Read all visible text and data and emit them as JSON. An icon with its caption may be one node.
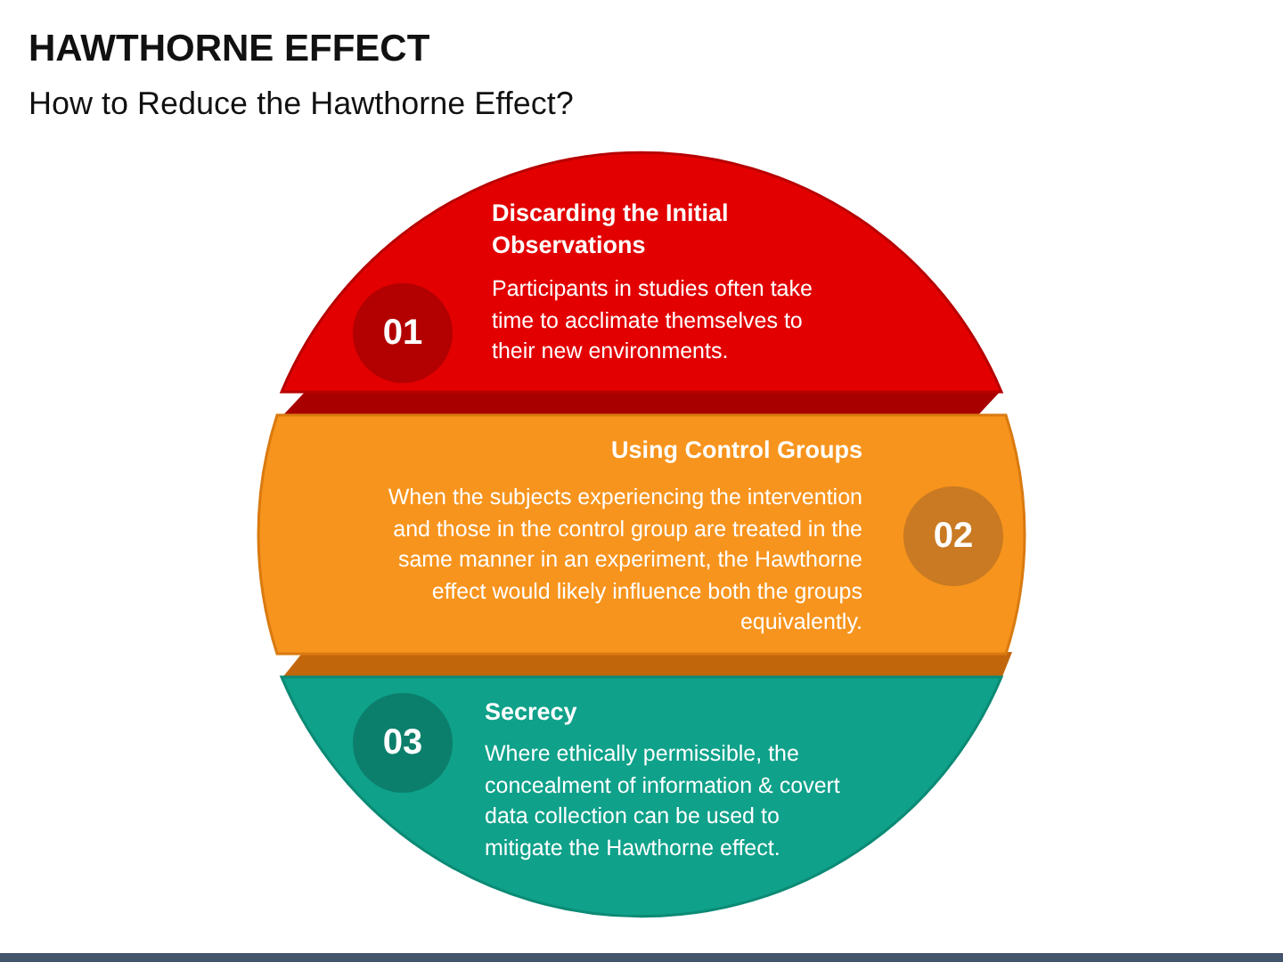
{
  "diagram": {
    "title": "HAWTHORNE EFFECT",
    "nodes": [
      {
        "text": [
          "Discarding the Initial Observations",
          "Participants in studies often take time to acclimate themselves to their new environments."
        ]
      },
      {
        "text": [
          "01"
        ],
        "in": 0
      },
      {
        "text": [
          "Using Control Groups",
          "When the subjects experiencing the intervention and those in the control group are treated in the same manner in an experiment, the Hawthorne effect would likely influence both the groups equivalently."
        ]
      },
      {
        "text": [
          "02"
        ],
        "in": 2
      },
      {
        "text": [
          "Secrecy",
          "Where ethically permissible, the concealment of information & covert data collection can be used to mitigate the Hawthorne effect."
        ]
      },
      {
        "text": [
          "03"
        ],
        "in": 4
      }
    ],
    "labels": [
      "How to Reduce the Hawthorne Effect?"
    ]
  }
}
